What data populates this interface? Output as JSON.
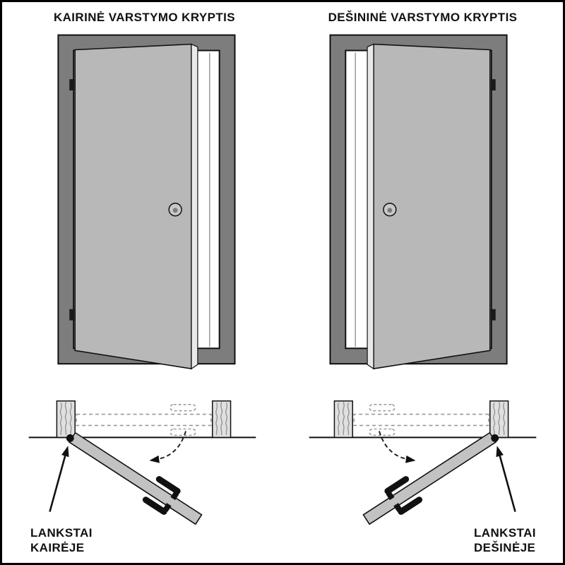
{
  "diagram": {
    "left": {
      "title": "KAIRINĖ VARSTYMO KRYPTIS",
      "hinge_label_line1": "LANKSTAI",
      "hinge_label_line2": "KAIRĖJE"
    },
    "right": {
      "title": "DEŠININĖ VARSTYMO KRYPTIS",
      "hinge_label_line1": "LANKSTAI",
      "hinge_label_line2": "DEŠINĖJE"
    },
    "colors": {
      "frame": "#7d7d7d",
      "door_face": "#b8b8b8",
      "door_edge": "#e9e9e9",
      "knob_outer": "#c9c9c9",
      "knob_inner": "#7c7c7c",
      "plan_door": "#c2c2c2",
      "wall_post": "#e0e0e0",
      "outline": "#111111",
      "ghost": "#999999",
      "background": "#ffffff"
    }
  }
}
